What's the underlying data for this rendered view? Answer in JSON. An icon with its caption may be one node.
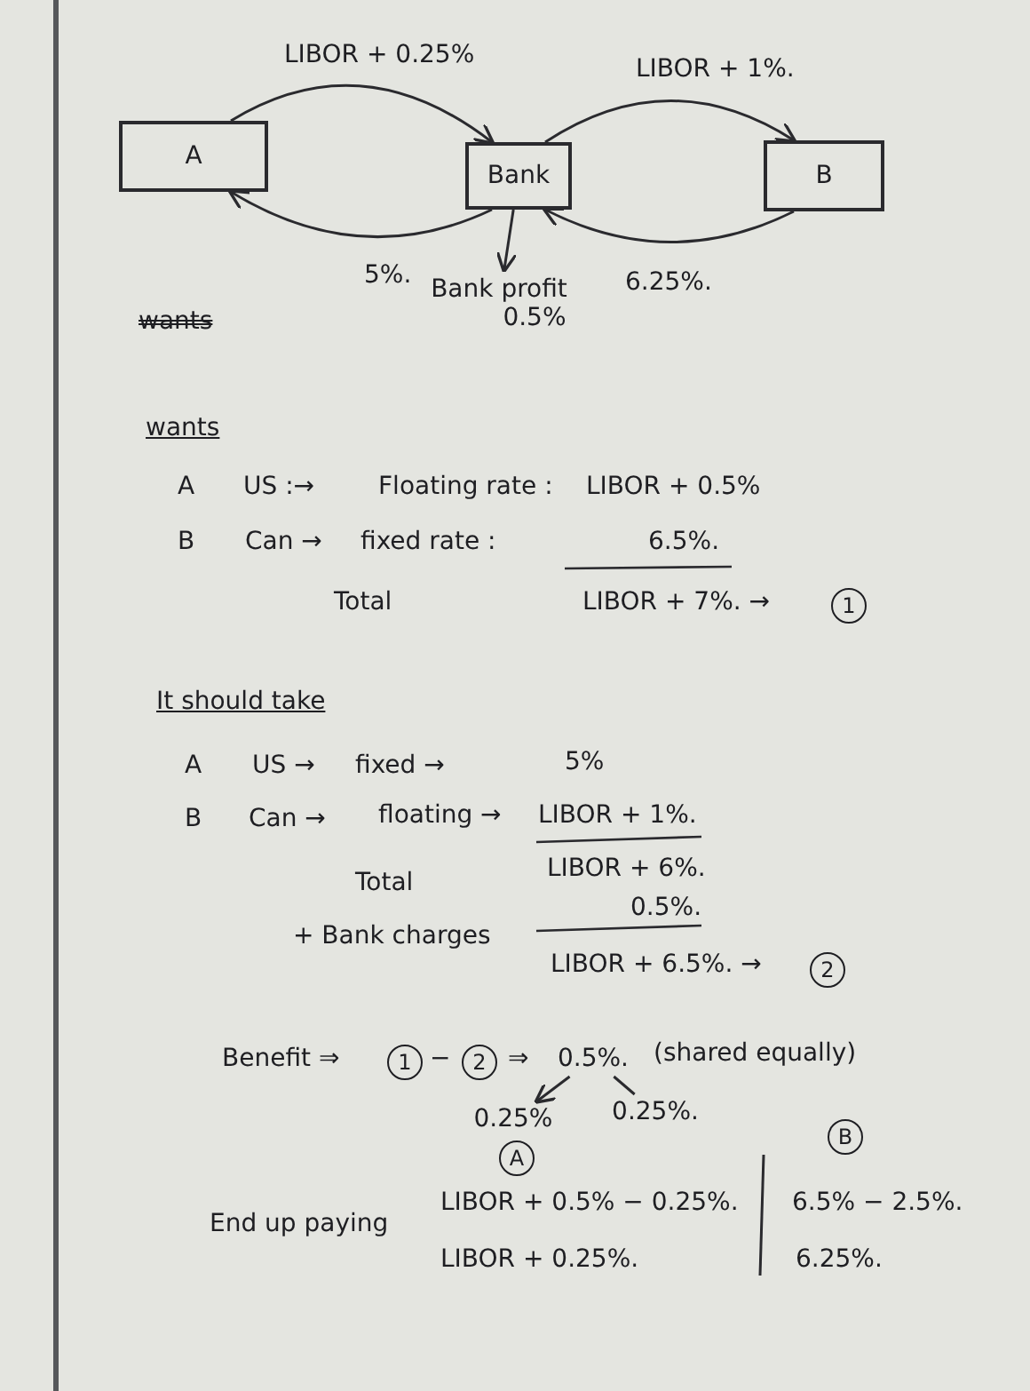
{
  "diagram": {
    "nodes": [
      {
        "text": [
          "A"
        ]
      },
      {
        "text": [
          "Bank"
        ]
      },
      {
        "text": [
          "B"
        ]
      },
      {
        "text": [
          "Bank profit",
          "0.5%"
        ]
      },
      {
        "text": [
          "0.5%."
        ]
      },
      {
        "text": [
          "0.25%"
        ]
      },
      {
        "text": [
          "0.25%."
        ]
      }
    ],
    "edges": [
      {
        "from": 0,
        "to": 1,
        "arrow": "to",
        "label": "LIBOR + 0.25%"
      },
      {
        "from": 1,
        "to": 2,
        "arrow": "to",
        "label": "LIBOR + 1%."
      },
      {
        "from": 1,
        "to": 0,
        "arrow": "to",
        "label": "5%."
      },
      {
        "from": 2,
        "to": 1,
        "arrow": "to",
        "label": "6.25%."
      },
      {
        "from": 1,
        "to": 3,
        "arrow": "to"
      },
      {
        "from": 4,
        "to": 5,
        "arrow": "to"
      },
      {
        "from": 4,
        "to": 6,
        "arrow": "none"
      }
    ],
    "labels": [
      "wants",
      "wants",
      "A",
      "US :→",
      "Floating rate :",
      "LIBOR + 0.5%",
      "B",
      "Can →",
      "fixed rate :",
      "6.5%.",
      "Total",
      "LIBOR + 7%. →",
      "1",
      "It should take",
      "A",
      "US →",
      "fixed →",
      "5%",
      "B",
      "Can →",
      "floating →",
      "LIBOR + 1%.",
      "LIBOR + 6%.",
      "Total",
      "0.5%.",
      "+ Bank charges",
      "LIBOR + 6.5%. →",
      "2",
      "Benefit ⇒",
      "1",
      "−",
      "2",
      "⇒",
      "(shared equally)",
      "B",
      "A",
      "End up paying",
      "LIBOR + 0.5% − 0.25%.",
      "6.5% − 2.5%.",
      "LIBOR + 0.25%.",
      "6.25%."
    ]
  }
}
